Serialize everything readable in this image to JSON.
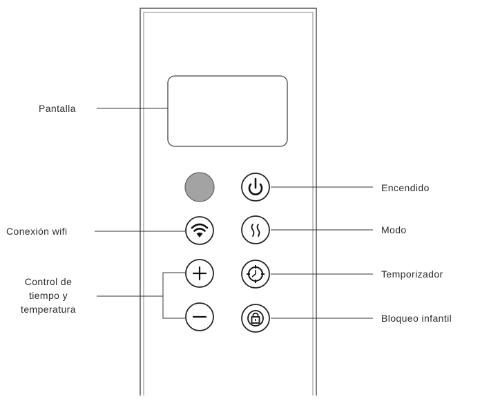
{
  "labels": {
    "screen": "Pantalla",
    "power": "Encendido",
    "wifi": "Conexión wifi",
    "mode": "Modo",
    "timer": "Temporizador",
    "child_lock": "Bloqueo infantil",
    "control_line1": "Control de",
    "control_line2": "tiempo y",
    "control_line3": "temperatura"
  },
  "icons": {
    "power": "power-icon",
    "wifi": "wifi-icon",
    "mode": "heat-waves-icon",
    "plus": "plus-icon",
    "minus": "minus-icon",
    "timer": "timer-icon",
    "child_lock": "lock-icon",
    "indicator": "status-light"
  },
  "colors": {
    "indicator_fill": "#a3a3a3",
    "line": "#333333",
    "panel_border": "#555555"
  }
}
